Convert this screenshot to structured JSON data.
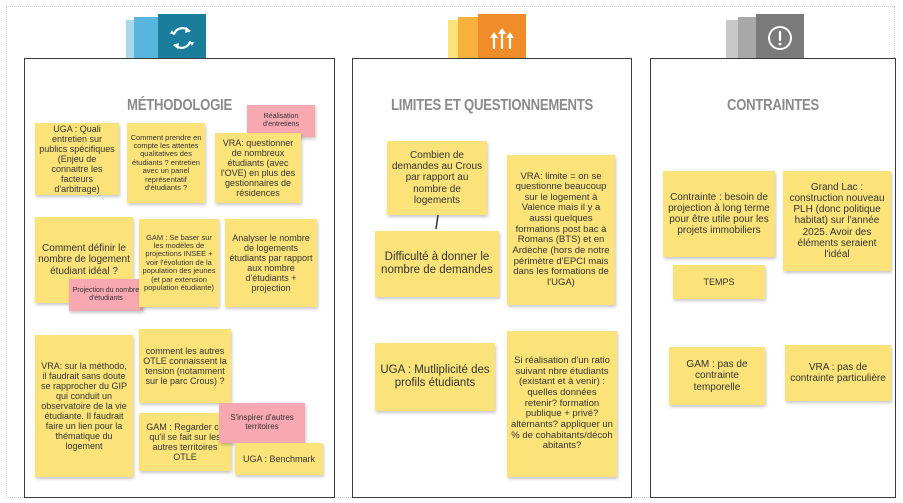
{
  "colors": {
    "sticky_yellow": "#fbe37a",
    "sticky_pink": "#f7a8b1",
    "methodology_icon": "#1a7d9c",
    "limits_icon": "#f08c2a",
    "constraints_icon": "#7a7a7a"
  },
  "panels": {
    "methodologie": {
      "title": "MÉTHODOLOGIE",
      "icon": "refresh-arrows-icon",
      "notes": {
        "n1": "UGA : Quali entretien sur publics spécifiques (Enjeu de connaitre les facteurs d'arbitrage)",
        "n2": "Comment prendre en compte les attentes qualitatives des étudiants ? entretien avec un panel représentatif d'étudiants ?",
        "n3": "Réalisation d'entretiens",
        "n4": "VRA: questionner de nombreux étudiants (avec l'OVE) en plus des gestionnaires de résidences",
        "n5": "Comment définir le nombre de logement étudiant idéal ?",
        "n6": "Projection du nombre d'étudiants",
        "n7": "GAM : Se baser sur les modèles de projections INSEE + voir l'évolution de la population des jeunes (et par extension population étudiante)",
        "n8": "Analyser le nombre de logements étudiants par rapport aux nombre d'étudiants + projection",
        "n9": "VRA: sur la méthodo, il faudrait sans doute se rapprocher du GIP qui conduit un observatoire de la vie étudiante. Il faudrait faire un lien pour la thématique du logement",
        "n10": "comment les autres OTLE connaissent la tension (notamment sur le parc Crous) ?",
        "n11": "S'inspirer d'autres territoires",
        "n12": "GAM : Regarder ce qu'il se fait sur les autres territoires OTLE",
        "n13": "UGA : Benchmark"
      }
    },
    "limites": {
      "title": "LIMITES ET QUESTIONNEMENTS",
      "icon": "upload-arrows-icon",
      "notes": {
        "n1": "Combien de demandes au Crous par rapport au nombre de logements",
        "n2": "VRA: limite = on se questionne beaucoup sur le logement à Valence mais il y a aussi quelques formations post bac à Romans (BTS) et en Ardèche (hors de notre périmètre d'EPCI mais dans les formations de l'UGA)",
        "n3": "Difficulté à donner le nombre de demandes",
        "n4": "UGA : Mutliplicité des profils étudiants",
        "n5": "Si réalisation d'un ratio suivant nbre étudiants (existant et à venir) : quelles données retenir? formation publique + privé? alternants? appliquer un % de cohabitants/décoh abitants?"
      }
    },
    "contraintes": {
      "title": "CONTRAINTES",
      "icon": "exclamation-circle-icon",
      "notes": {
        "n1": "Contrainte : besoin de projection à long terme pour être utile pour les projets immobiliers",
        "n2": "Grand Lac : construction nouveau PLH (donc politique habitat) sur l'année 2025. Avoir des éléments seraient l'idéal",
        "n3": "TEMPS",
        "n4": "GAM : pas de contrainte temporelle",
        "n5": "VRA : pas de contrainte particulière"
      }
    }
  }
}
